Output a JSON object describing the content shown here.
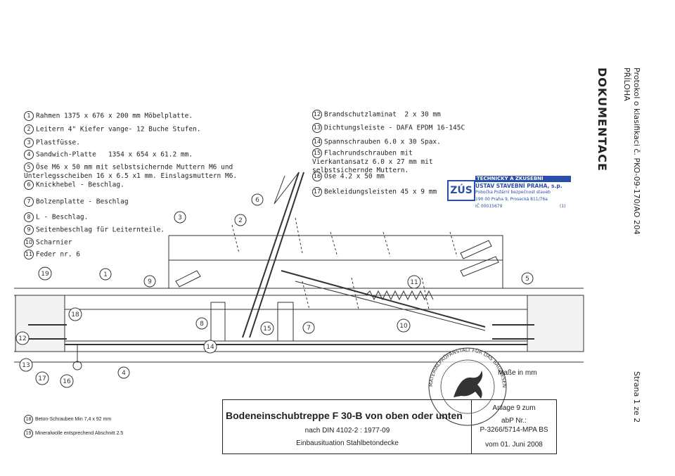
{
  "doc": {
    "protocol_line1": "Protokol o klasifikaci č. PKO-09-170/AO 204",
    "protocol_line2": "PŘÍLOHA",
    "dokumentace": "DOKUMENTACE",
    "page": "Strana 1 ze 2"
  },
  "legend_left": [
    {
      "n": "1",
      "text": "Rahmen 1375 x 676 x 200 mm Möbelplatte."
    },
    {
      "n": "2",
      "text": "Leitern 4\" Kiefer vange- 12 Buche Stufen."
    },
    {
      "n": "3",
      "text": "Plastfüsse."
    },
    {
      "n": "4",
      "text": "Sandwich-Platte   1354 x 654 x 61.2 mm."
    },
    {
      "n": "5",
      "text": "Öse M6 x 50 mm mit selbstsichernde Muttern M6 und\nUnterlegsscheiben 16 x 6.5 x1 mm. Einslagsmuttern M6."
    },
    {
      "n": "6",
      "text": "Knickhebel - Beschlag."
    },
    {
      "n": "7",
      "text": "Bolzenplatte - Beschlag"
    },
    {
      "n": "8",
      "text": "L - Beschlag."
    },
    {
      "n": "9",
      "text": "Seitenbeschlag für Leiternteile."
    },
    {
      "n": "10",
      "text": "Scharnier"
    },
    {
      "n": "11",
      "text": "Feder nr. 6"
    }
  ],
  "legend_right": [
    {
      "n": "12",
      "text": "Brandschutzlaminat  2 x 30 mm"
    },
    {
      "n": "13",
      "text": "Dichtungsleiste - DAFA EPDM 16-145C"
    },
    {
      "n": "14",
      "text": "Spannschrauben 6.0 x 30 Spax."
    },
    {
      "n": "15",
      "text": "Flachrundschrauben mit\nVierkantansatz 6.0 x 27 mm mit\nselbstsichernde Muttern."
    },
    {
      "n": "16",
      "text": "Öse 4.2 x 50 mm"
    },
    {
      "n": "17",
      "text": "Bekleidungsleisten 45 x 9 mm"
    }
  ],
  "legend_bottom": [
    {
      "n": "18",
      "text": "Beton-Schrauben Min 7,4 x 92 mm"
    },
    {
      "n": "19",
      "text": "Mineralwolle entsprechend Abschnitt 2.5"
    }
  ],
  "stamp": {
    "logo": "ZÚS",
    "line1": "TECHNICKÝ A ZKUŠEBNÍ",
    "line2": "ÚSTAV STAVEBNÍ PRAHA, s.p.",
    "line3": "Pobočka Požární bezpečnost staveb",
    "line4": "190 00 Praha 9, Prosecká 811/76a",
    "line5": "IČ 00015679",
    "line6": "(1)"
  },
  "drawing_labels": [
    "1",
    "2",
    "3",
    "4",
    "5",
    "6",
    "7",
    "8",
    "9",
    "10",
    "11",
    "12",
    "13",
    "14",
    "15",
    "16",
    "17",
    "18",
    "19"
  ],
  "masse": "Maße in mm",
  "seal_text": "MATERIALPRÜFANSTALT FÜR DAS BAUWESEN",
  "title": {
    "main": "Bodeneinschubtreppe F 30-B von oben oder unten",
    "sub1": "nach DIN 4102-2 : 1977-09",
    "sub2": "Einbausituation Stahlbetondecke"
  },
  "anlage": {
    "line1": "Anlage 9 zum",
    "line2": "abP Nr.:",
    "line3": "P-3266/5714-MPA BS",
    "line4": "vom 01. Juni 2008"
  }
}
